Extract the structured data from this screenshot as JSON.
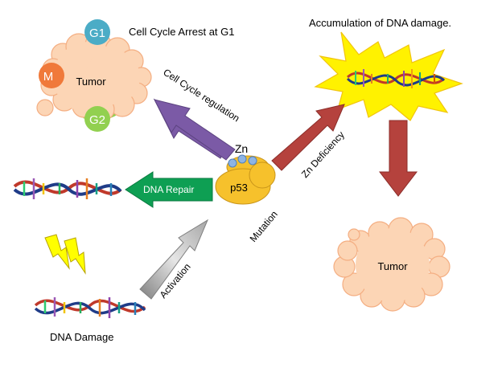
{
  "labels": {
    "arrest": "Cell Cycle Arrest at G1",
    "accumulation": "Accumulation of DNA damage.",
    "tumor_left": "Tumor",
    "tumor_right": "Tumor",
    "cell_cycle_regulation": "Cell Cycle regulation",
    "zn": "Zn",
    "p53": "p53",
    "zn_deficiency": "Zn Deficiency",
    "dna_repair": "DNA Repair",
    "mutation": "Mutation",
    "activation": "Activation",
    "dna_damage": "DNA Damage"
  },
  "cycle": {
    "phases": [
      "G1",
      "M",
      "G2"
    ],
    "colors": [
      "#4bacc6",
      "#f0793a",
      "#92d050"
    ]
  },
  "colors": {
    "cloud": "#fcd5b5",
    "cloud_stroke": "#f4ae82",
    "p53_body": "#f6c12c",
    "zn_ion": "#8eb4e3",
    "arrow_purple": "#7b5aa6",
    "arrow_green": "#0e9f53",
    "arrow_red": "#b5423d",
    "arrow_gray": "#d9d9d9",
    "burst": "#fff200",
    "lightning": "#ffff00"
  }
}
